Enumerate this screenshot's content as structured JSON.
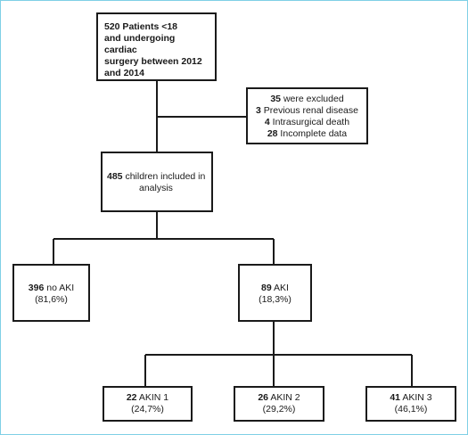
{
  "flowchart": {
    "root": {
      "lines": [
        {
          "bold": "520 Patients <18",
          "rest": ""
        },
        {
          "bold": "and undergoing cardiac",
          "rest": ""
        },
        {
          "bold": "surgery between 2012",
          "rest": ""
        },
        {
          "bold": "and 2014",
          "rest": ""
        }
      ]
    },
    "excluded": {
      "lines": [
        {
          "bold": "35",
          "rest": " were excluded"
        },
        {
          "bold": "3",
          "rest": " Previous renal disease"
        },
        {
          "bold": "4",
          "rest": " Intrasurgical death"
        },
        {
          "bold": "28",
          "rest": " Incomplete data"
        }
      ]
    },
    "included": {
      "lines": [
        {
          "bold": "485",
          "rest": " children included in"
        },
        {
          "bold": "",
          "rest": "analysis"
        }
      ]
    },
    "no_aki": {
      "lines": [
        {
          "bold": "396",
          "rest": " no AKI"
        },
        {
          "bold": "",
          "rest": "(81,6%)"
        }
      ]
    },
    "aki": {
      "lines": [
        {
          "bold": "89",
          "rest": " AKI"
        },
        {
          "bold": "",
          "rest": "(18,3%)"
        }
      ]
    },
    "akin1": {
      "lines": [
        {
          "bold": "22",
          "rest": " AKIN 1"
        },
        {
          "bold": "",
          "rest": "(24,7%)"
        }
      ]
    },
    "akin2": {
      "lines": [
        {
          "bold": "26",
          "rest": " AKIN 2"
        },
        {
          "bold": "",
          "rest": "(29,2%)"
        }
      ]
    },
    "akin3": {
      "lines": [
        {
          "bold": "41",
          "rest": " AKIN 3"
        },
        {
          "bold": "",
          "rest": "(46,1%)"
        }
      ]
    }
  }
}
